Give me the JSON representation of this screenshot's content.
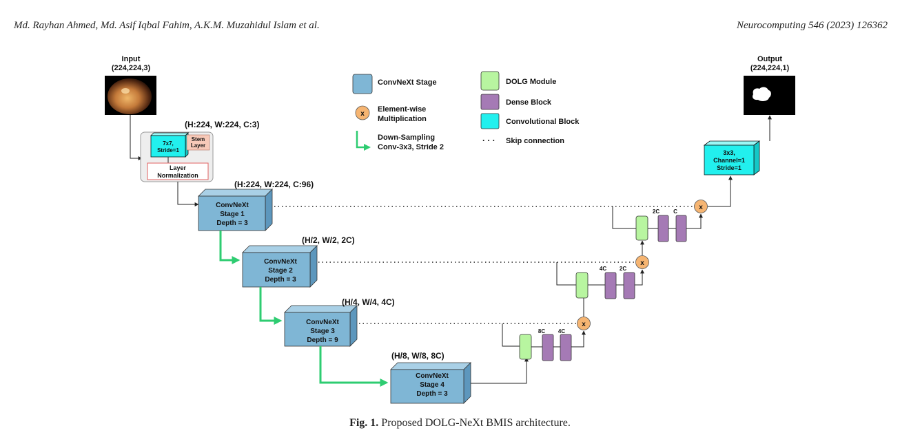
{
  "header": {
    "authors": "Md. Rayhan Ahmed, Md. Asif Iqbal Fahim, A.K.M. Muzahidul Islam et al.",
    "journal": "Neurocomputing 546 (2023) 126362"
  },
  "caption": {
    "label": "Fig. 1.",
    "text": "Proposed DOLG-NeXt BMIS architecture."
  },
  "input": {
    "title": "Input",
    "dims": "(224,224,3)"
  },
  "output": {
    "title": "Output",
    "dims": "(224,224,1)"
  },
  "stem": {
    "dims": "(H:224, W:224, C:3)",
    "conv_l1": "7x7,",
    "conv_l2": "Stride=1",
    "stem_l1": "Stem",
    "stem_l2": "Layer",
    "norm_l1": "Layer",
    "norm_l2": "Normalization"
  },
  "stages": [
    {
      "dims": "(H:224, W:224, C:96)",
      "l1": "ConvNeXt",
      "l2": "Stage 1",
      "l3": "Depth = 3"
    },
    {
      "dims": "(H/2, W/2, 2C)",
      "l1": "ConvNeXt",
      "l2": "Stage 2",
      "l3": "Depth = 3"
    },
    {
      "dims": "(H/4, W/4, 4C)",
      "l1": "ConvNeXt",
      "l2": "Stage 3",
      "l3": "Depth = 9"
    },
    {
      "dims": "(H/8, W/8, 8C)",
      "l1": "ConvNeXt",
      "l2": "Stage 4",
      "l3": "Depth = 3"
    }
  ],
  "final_conv": {
    "l1": "3x3,",
    "l2": "Channel=1",
    "l3": "Stride=1"
  },
  "decoder_labels": {
    "d1_a": "2C",
    "d1_b": "C",
    "d2_a": "4C",
    "d2_b": "2C",
    "d3_a": "8C",
    "d3_b": "4C"
  },
  "multiply_symbol": "x",
  "legend": {
    "convnext_stage": "ConvNeXt Stage",
    "elementwise_l1": "Element-wise",
    "elementwise_l2": "Multiplication",
    "downsampling_l1": "Down-Sampling",
    "downsampling_l2": "Conv-3x3, Stride 2",
    "dolg_module": "DOLG Module",
    "dense_block": "Dense Block",
    "conv_block": "Convolutional Block",
    "skip_dots": "· · ·",
    "skip_connection": "Skip connection"
  },
  "colors": {
    "stage_front": "#7fb6d5",
    "stage_top": "#a9d0e6",
    "stage_side": "#5d97bd",
    "dolg": "#b8f5a0",
    "dense": "#a57ab5",
    "conv_block": "#22f0ee",
    "multiply": "#f6b572",
    "downsample_arrow": "#2ecc71",
    "line": "#222222",
    "stem_bg": "#eeeeee",
    "stem_label_bg": "#f7c9b8",
    "norm_border": "#e06060"
  }
}
